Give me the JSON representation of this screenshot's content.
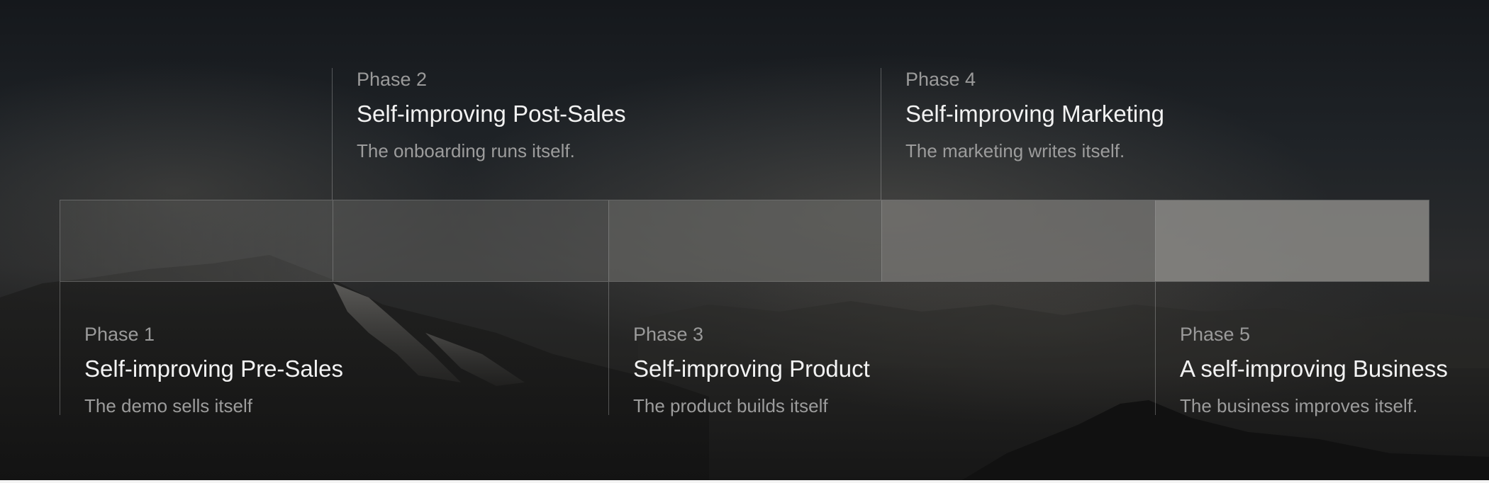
{
  "phases": [
    {
      "label": "Phase 1",
      "title": "Self-improving Pre-Sales",
      "description": "The demo sells itself"
    },
    {
      "label": "Phase 2",
      "title": "Self-improving Post-Sales",
      "description": "The onboarding runs itself."
    },
    {
      "label": "Phase 3",
      "title": "Self-improving Product",
      "description": "The product builds itself"
    },
    {
      "label": "Phase 4",
      "title": "Self-improving Marketing",
      "description": "The marketing writes itself."
    },
    {
      "label": "Phase 5",
      "title": "A self-improving Business",
      "description": "The business improves itself."
    }
  ],
  "colors": {
    "background": "#1a1d21",
    "title_text": "#f2f2f2",
    "muted_text": "#9a9a9a",
    "divider": "#c8c8c8"
  }
}
